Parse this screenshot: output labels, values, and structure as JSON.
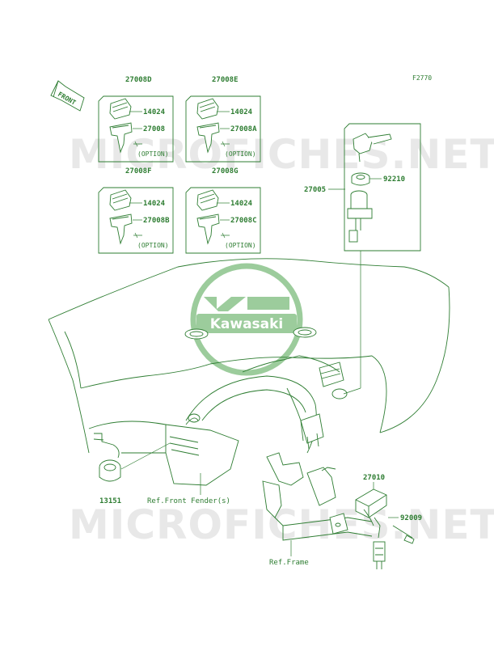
{
  "figure_code": "F2770",
  "front_label": "FRONT",
  "brand_logo": "Kawasaki",
  "watermark_text": "MICROFICHES.NET",
  "colors": {
    "line": "#2e7d32",
    "logo": "#9ccc9c",
    "watermark": "#e8e8e8"
  },
  "key_sets": [
    {
      "set_number": "27008D",
      "cap_part": "14024",
      "key_part": "27008",
      "option": "(OPTION)"
    },
    {
      "set_number": "27008E",
      "cap_part": "14024",
      "key_part": "27008A",
      "option": "(OPTION)"
    },
    {
      "set_number": "27008F",
      "cap_part": "14024",
      "key_part": "27008B",
      "option": "(OPTION)"
    },
    {
      "set_number": "27008G",
      "cap_part": "14024",
      "key_part": "27008C",
      "option": "(OPTION)"
    }
  ],
  "parts": {
    "ignition_switch": "27005",
    "nut": "92210",
    "relay": "27010",
    "bolt": "92009",
    "socket": "13151"
  },
  "references": {
    "front_fender": "Ref.Front Fender(s)",
    "frame": "Ref.Frame"
  }
}
